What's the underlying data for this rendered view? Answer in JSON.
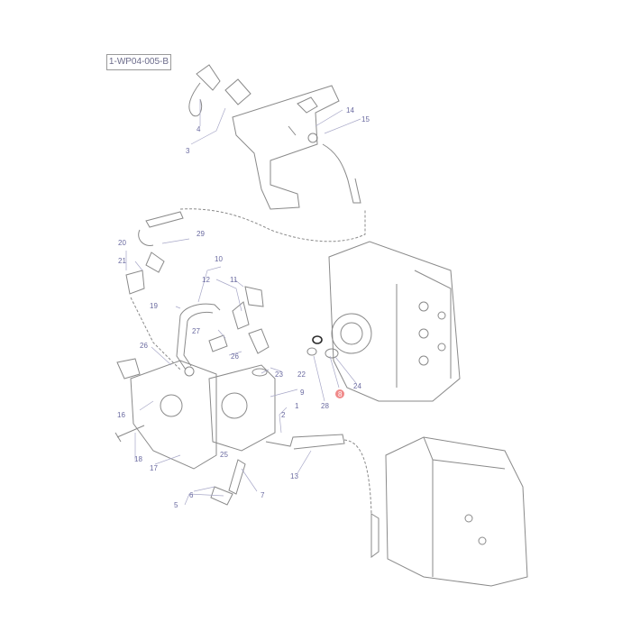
{
  "diagram": {
    "reference_code": "1-WP04-005-B",
    "highlight_color": "#f08a8a",
    "callouts": [
      {
        "id": "c3",
        "text": "3"
      },
      {
        "id": "c4",
        "text": "4"
      },
      {
        "id": "c14",
        "text": "14"
      },
      {
        "id": "c15",
        "text": "15"
      },
      {
        "id": "c20",
        "text": "20"
      },
      {
        "id": "c21",
        "text": "21"
      },
      {
        "id": "c29",
        "text": "29"
      },
      {
        "id": "c10",
        "text": "10"
      },
      {
        "id": "c12",
        "text": "12"
      },
      {
        "id": "c11",
        "text": "11"
      },
      {
        "id": "c19",
        "text": "19"
      },
      {
        "id": "c27",
        "text": "27"
      },
      {
        "id": "c26a",
        "text": "26"
      },
      {
        "id": "c26b",
        "text": "26"
      },
      {
        "id": "c23",
        "text": "23"
      },
      {
        "id": "c22",
        "text": "22"
      },
      {
        "id": "c9",
        "text": "9"
      },
      {
        "id": "c2",
        "text": "2"
      },
      {
        "id": "c1",
        "text": "1"
      },
      {
        "id": "c16",
        "text": "16"
      },
      {
        "id": "c25",
        "text": "25"
      },
      {
        "id": "c18",
        "text": "18"
      },
      {
        "id": "c17",
        "text": "17"
      },
      {
        "id": "c6",
        "text": "6"
      },
      {
        "id": "c5",
        "text": "5"
      },
      {
        "id": "c7",
        "text": "7"
      },
      {
        "id": "c13",
        "text": "13"
      },
      {
        "id": "c28",
        "text": "28"
      },
      {
        "id": "c24",
        "text": "24"
      },
      {
        "id": "c8",
        "text": "8"
      }
    ]
  }
}
